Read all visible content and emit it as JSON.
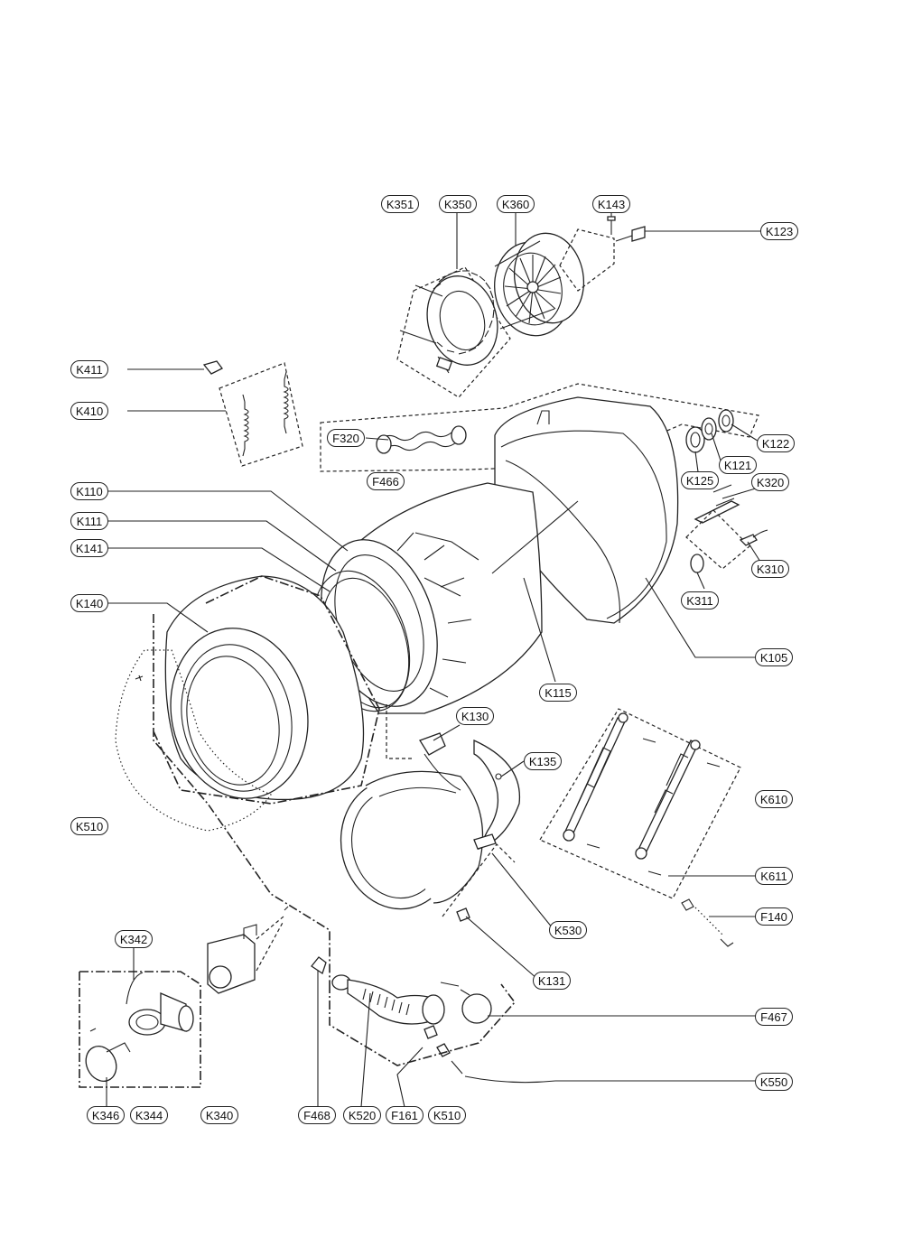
{
  "labels": {
    "k351": "K351",
    "k350": "K350",
    "k360": "K360",
    "k143": "K143",
    "k123": "K123",
    "k411": "K411",
    "k410": "K410",
    "f320": "F320",
    "f466": "F466",
    "k122": "K122",
    "k121": "K121",
    "k125": "K125",
    "k320": "K320",
    "k110": "K110",
    "k111": "K111",
    "k141": "K141",
    "k310": "K310",
    "k140": "K140",
    "k311": "K311",
    "k105": "K105",
    "k115": "K115",
    "k130": "K130",
    "k135": "K135",
    "k610": "K610",
    "k510a": "K510",
    "k611": "K611",
    "f140": "F140",
    "k530": "K530",
    "k342": "K342",
    "k131": "K131",
    "f467": "F467",
    "k550": "K550",
    "k346": "K346",
    "k344": "K344",
    "k340": "K340",
    "f468": "F468",
    "k520": "K520",
    "f161": "F161",
    "k510b": "K510"
  }
}
